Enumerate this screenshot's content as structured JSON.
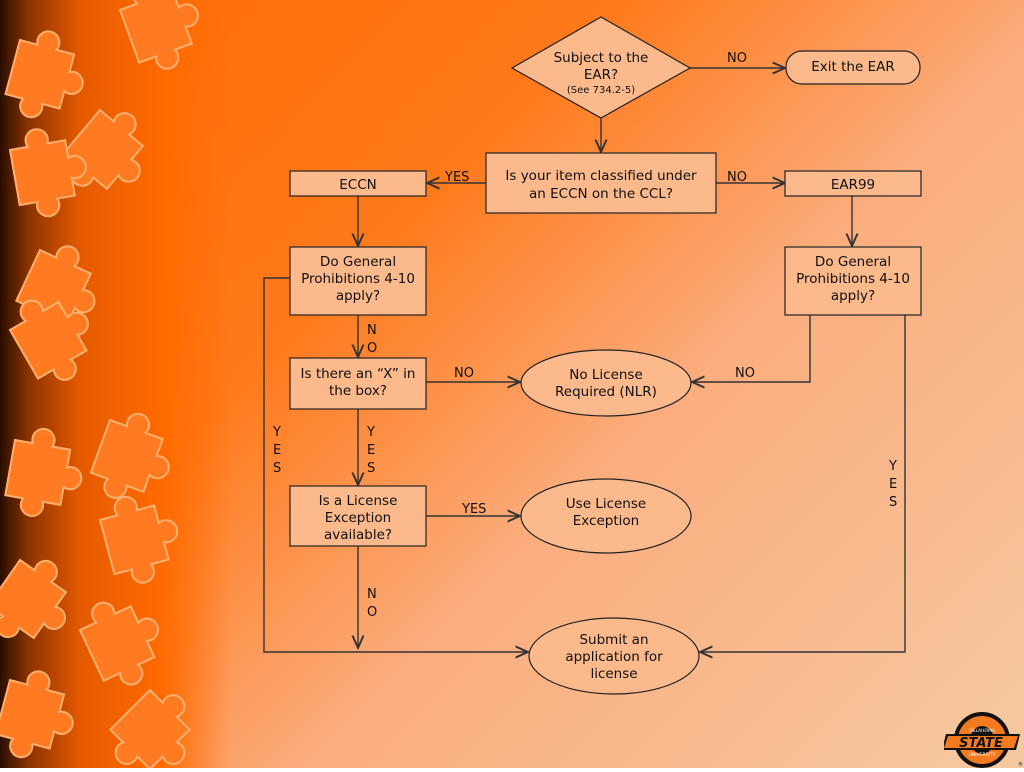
{
  "slide": {
    "logo": {
      "icon": "osu-state-logo",
      "text_top": "OKLAHOMA",
      "text_main": "STATE",
      "text_bottom": "UNIVERSITY",
      "mark": "®"
    },
    "decoration": {
      "icon": "puzzle-pieces-icon"
    }
  },
  "flowchart": {
    "subject_ear": {
      "line1": "Subject to the",
      "line2": "EAR?",
      "line3": "(See 734.2-5)"
    },
    "exit_ear": "Exit the EAR",
    "classified": {
      "line1": "Is your item classified under",
      "line2": "an ECCN on the CCL?"
    },
    "eccn": "ECCN",
    "ear99": "EAR99",
    "gp_left": {
      "line1": "Do General",
      "line2": "Prohibitions 4-10",
      "line3": "apply?"
    },
    "gp_right": {
      "line1": "Do General",
      "line2": "Prohibitions 4-10",
      "line3": "apply?"
    },
    "x_box": {
      "line1": "Is there an “X” in",
      "line2": "the box?"
    },
    "nlr": {
      "line1": "No License",
      "line2": "Required (NLR)"
    },
    "exception_q": {
      "line1": "Is a License",
      "line2": "Exception",
      "line3": "available?"
    },
    "use_exception": {
      "line1": "Use License",
      "line2": "Exception"
    },
    "submit": {
      "line1": "Submit an",
      "line2": "application for",
      "line3": "license"
    },
    "labels": {
      "no_subject": "NO",
      "yes_eccn": "YES",
      "no_ear99": "NO",
      "no_gp_left_n": "N",
      "no_gp_left_o": "O",
      "no_xbox": "NO",
      "no_gp_right": "NO",
      "yes_xbox_y": "Y",
      "yes_xbox_e": "E",
      "yes_xbox_s": "S",
      "yes_left_y": "Y",
      "yes_left_e": "E",
      "yes_left_s": "S",
      "yes_exception": "YES",
      "no_exception_n": "N",
      "no_exception_o": "O",
      "yes_right_y": "Y",
      "yes_right_e": "E",
      "yes_right_s": "S"
    }
  }
}
